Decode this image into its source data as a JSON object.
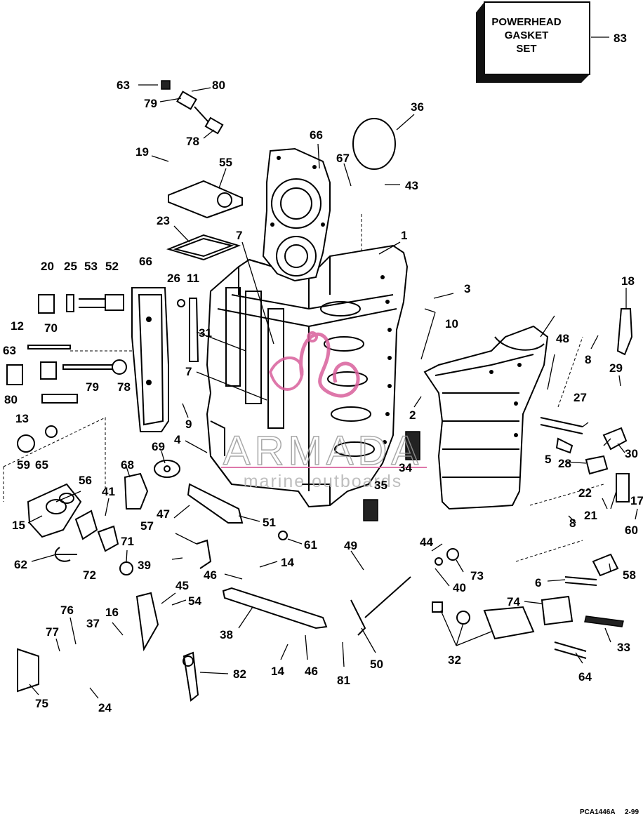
{
  "diagram": {
    "box": {
      "lines": [
        "POWERHEAD",
        "GASKET",
        "SET"
      ],
      "callout": "83"
    },
    "callouts": [
      "63",
      "80",
      "79",
      "78",
      "19",
      "55",
      "23",
      "36",
      "66",
      "67",
      "43",
      "7",
      "1",
      "3",
      "10",
      "20",
      "25",
      "53",
      "52",
      "66",
      "26",
      "11",
      "31",
      "12",
      "70",
      "63",
      "79",
      "78",
      "80",
      "13",
      "7",
      "9",
      "2",
      "48",
      "18",
      "8",
      "29",
      "27",
      "5",
      "28",
      "30",
      "17",
      "22",
      "21",
      "8",
      "60",
      "59",
      "65",
      "4",
      "69",
      "68",
      "34",
      "35",
      "56",
      "41",
      "15",
      "62",
      "57",
      "51",
      "47",
      "71",
      "72",
      "39",
      "61",
      "49",
      "14",
      "44",
      "73",
      "40",
      "6",
      "58",
      "46",
      "45",
      "54",
      "76",
      "16",
      "37",
      "77",
      "38",
      "14",
      "46",
      "81",
      "50",
      "74",
      "32",
      "33",
      "64",
      "75",
      "24",
      "82"
    ],
    "watermark": {
      "name": "ARMADA",
      "tagline": "marine outboards"
    },
    "footer": {
      "ref": "PCA1446A",
      "date": "2-99"
    }
  }
}
